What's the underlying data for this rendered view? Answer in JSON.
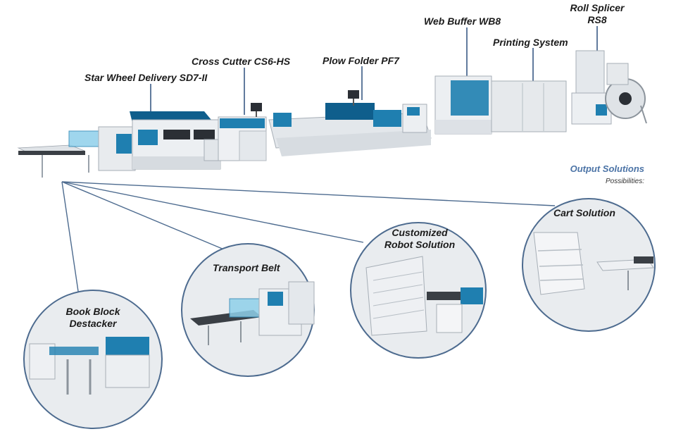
{
  "machine_labels": {
    "roll_splicer": "Roll Splicer\nRS8",
    "web_buffer": "Web Buffer WB8",
    "printing_system": "Printing System",
    "plow_folder": "Plow Folder PF7",
    "cross_cutter": "Cross Cutter CS6-HS",
    "star_wheel": "Star Wheel Delivery SD7-II"
  },
  "output": {
    "title": "Output Solutions",
    "subtitle": "Possibilities:",
    "options": {
      "book_block": "Book Block\nDestacker",
      "transport_belt": "Transport Belt",
      "robot": "Customized\nRobot Solution",
      "cart": "Cart Solution"
    }
  },
  "colors": {
    "accent": "#1f7fb0",
    "line": "#4d6b8f",
    "machine_body": "#e6e9ec",
    "machine_shadow": "#c7ccd2",
    "circle_fill": "#e9ecef",
    "circle_border": "#4d6b8f"
  }
}
